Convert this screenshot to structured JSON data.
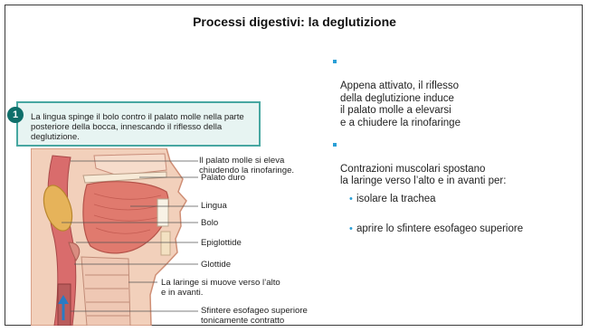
{
  "slide": {
    "title": "Processi digestivi: la deglutizione",
    "bullets": [
      {
        "text": "Appena attivato, il riflesso\ndella deglutizione induce\nil palato molle a elevarsi\ne a chiudere la rinofaringe",
        "subitems": []
      },
      {
        "text": "Contrazioni muscolari spostano\nla laringe verso l’alto e in avanti per:",
        "subitems": [
          "isolare la trachea",
          "aprire lo sfintere esofageo superiore"
        ]
      }
    ]
  },
  "figure": {
    "step_number": "1",
    "caption": "La lingua spinge il bolo contro il palato molle nella parte posteriore della bocca, innescando il riflesso della deglutizione.",
    "labels": {
      "palato_molle": "Il palato molle si eleva\nchiudendo la rinofaringe.",
      "palato_duro": "Palato duro",
      "lingua": "Lingua",
      "bolo": "Bolo",
      "epiglottide": "Epiglottide",
      "glottide": "Glottide",
      "laringe": "La laringe si muove verso l’alto\ne in avanti.",
      "sfintere": "Sfintere esofageo superiore\ntonicamente contratto"
    }
  },
  "colors": {
    "bullet_accent": "#2a9fd6",
    "callout_border": "#47a7a1",
    "callout_fill": "#e7f4f2",
    "badge": "#0f6f6a"
  }
}
